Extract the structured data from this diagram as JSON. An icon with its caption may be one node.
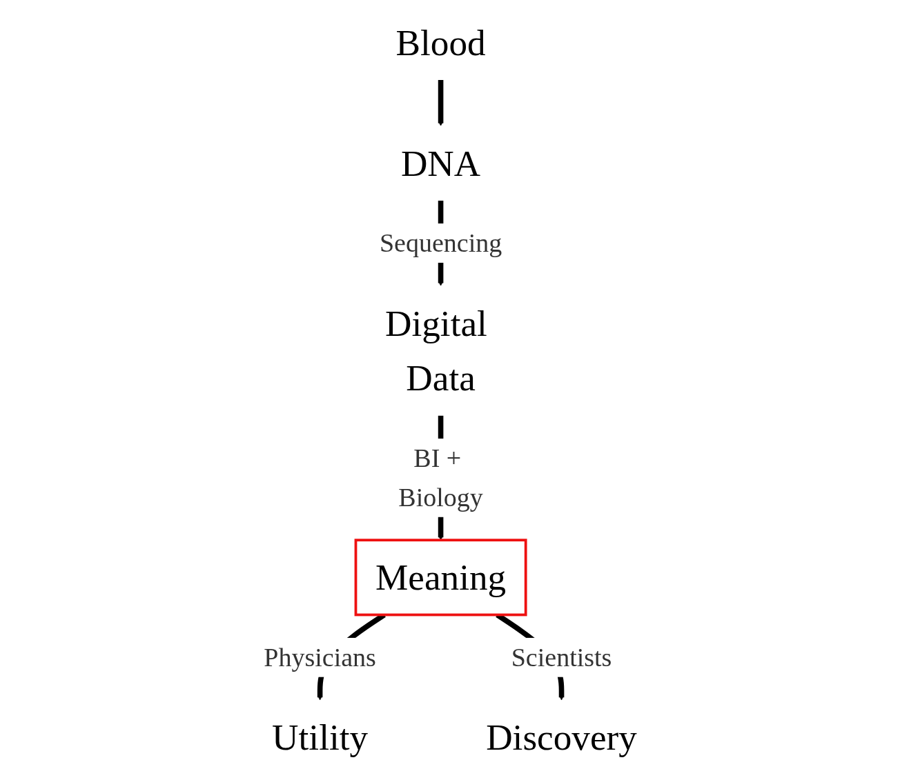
{
  "diagram": {
    "nodes": [
      {
        "text": [
          "Blood"
        ]
      },
      {
        "text": [
          "DNA"
        ]
      },
      {
        "text": [
          "Digital Data"
        ]
      },
      {
        "text": [
          "Meaning"
        ]
      },
      {
        "text": [
          "Utility"
        ]
      },
      {
        "text": [
          "Discovery"
        ]
      }
    ],
    "edges": [
      {
        "from": 0,
        "to": 1,
        "arrow": "to"
      },
      {
        "from": 1,
        "to": 2,
        "arrow": "to",
        "label": "Sequencing"
      },
      {
        "from": 2,
        "to": 3,
        "arrow": "to",
        "label": "BI + Biology"
      },
      {
        "from": 3,
        "to": 4,
        "arrow": "to",
        "label": "Physicians"
      },
      {
        "from": 3,
        "to": 5,
        "arrow": "to",
        "label": "Scientists"
      }
    ]
  }
}
